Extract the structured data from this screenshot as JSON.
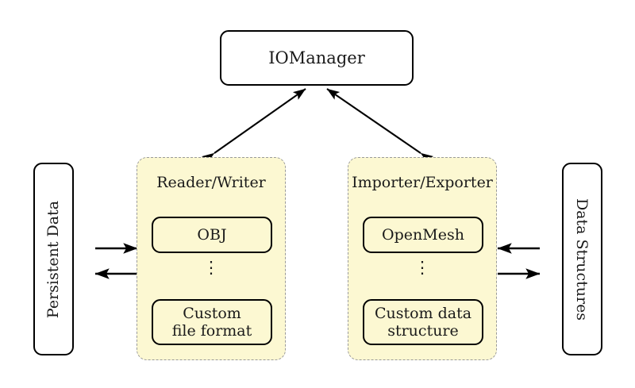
{
  "diagram": {
    "title_node": {
      "label": "IOManager"
    },
    "left_store": {
      "label": "Persistent Data"
    },
    "right_store": {
      "label": "Data Structures"
    },
    "panels": [
      {
        "name": "reader-writer",
        "title": "Reader/Writer",
        "ellipsis": "⋮",
        "items": [
          {
            "label": "OBJ"
          },
          {
            "label_line1": "Custom",
            "label_line2": "file format"
          }
        ]
      },
      {
        "name": "importer-exporter",
        "title": "Importer/Exporter",
        "ellipsis": "⋮",
        "items": [
          {
            "label": "OpenMesh"
          },
          {
            "label_line1": "Custom data",
            "label_line2": "structure"
          }
        ]
      }
    ],
    "connections": [
      {
        "name": "iomanager-to-reader-writer",
        "style": "double-headed-arrow"
      },
      {
        "name": "iomanager-to-importer-exporter",
        "style": "double-headed-arrow"
      },
      {
        "name": "persistent-data-to-reader-writer",
        "style": "arrow-right"
      },
      {
        "name": "reader-writer-to-persistent-data",
        "style": "arrow-left"
      },
      {
        "name": "data-structures-to-importer-exporter",
        "style": "arrow-left"
      },
      {
        "name": "importer-exporter-to-data-structures",
        "style": "arrow-right"
      }
    ],
    "colors": {
      "panel_fill": "#fcf8d2",
      "panel_border": "#9a9a9a",
      "node_border": "#000000",
      "node_fill": "#ffffff",
      "text": "#1a1a1a"
    }
  }
}
